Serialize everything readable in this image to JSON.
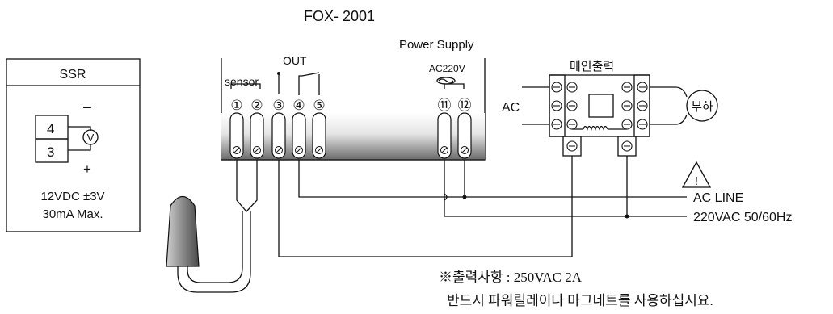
{
  "title": "FOX- 2001",
  "power_supply_label": "Power Supply",
  "controller": {
    "out_label": "OUT",
    "sensor_label": "sensor",
    "ac_label": "AC220V",
    "terminals": [
      "①",
      "②",
      "③",
      "④",
      "⑤",
      "⑪",
      "⑫"
    ]
  },
  "ssr": {
    "title": "SSR",
    "terminal_top": "4",
    "terminal_bottom": "3",
    "minus": "−",
    "plus": "+",
    "meter": "V",
    "spec_voltage": "12VDC ±3V",
    "spec_current": "30mA Max."
  },
  "contactor": {
    "title": "메인출력",
    "ac_label": "AC",
    "load_label": "부하"
  },
  "warning_symbol": "!",
  "lines": {
    "ac_line": "AC LINE",
    "voltage": "220VAC 50/60Hz"
  },
  "notes": {
    "rating": "※출력사항 : 250VAC 2A",
    "instruction": "반드시 파워릴레이나 마그네트를 사용하십시요."
  }
}
